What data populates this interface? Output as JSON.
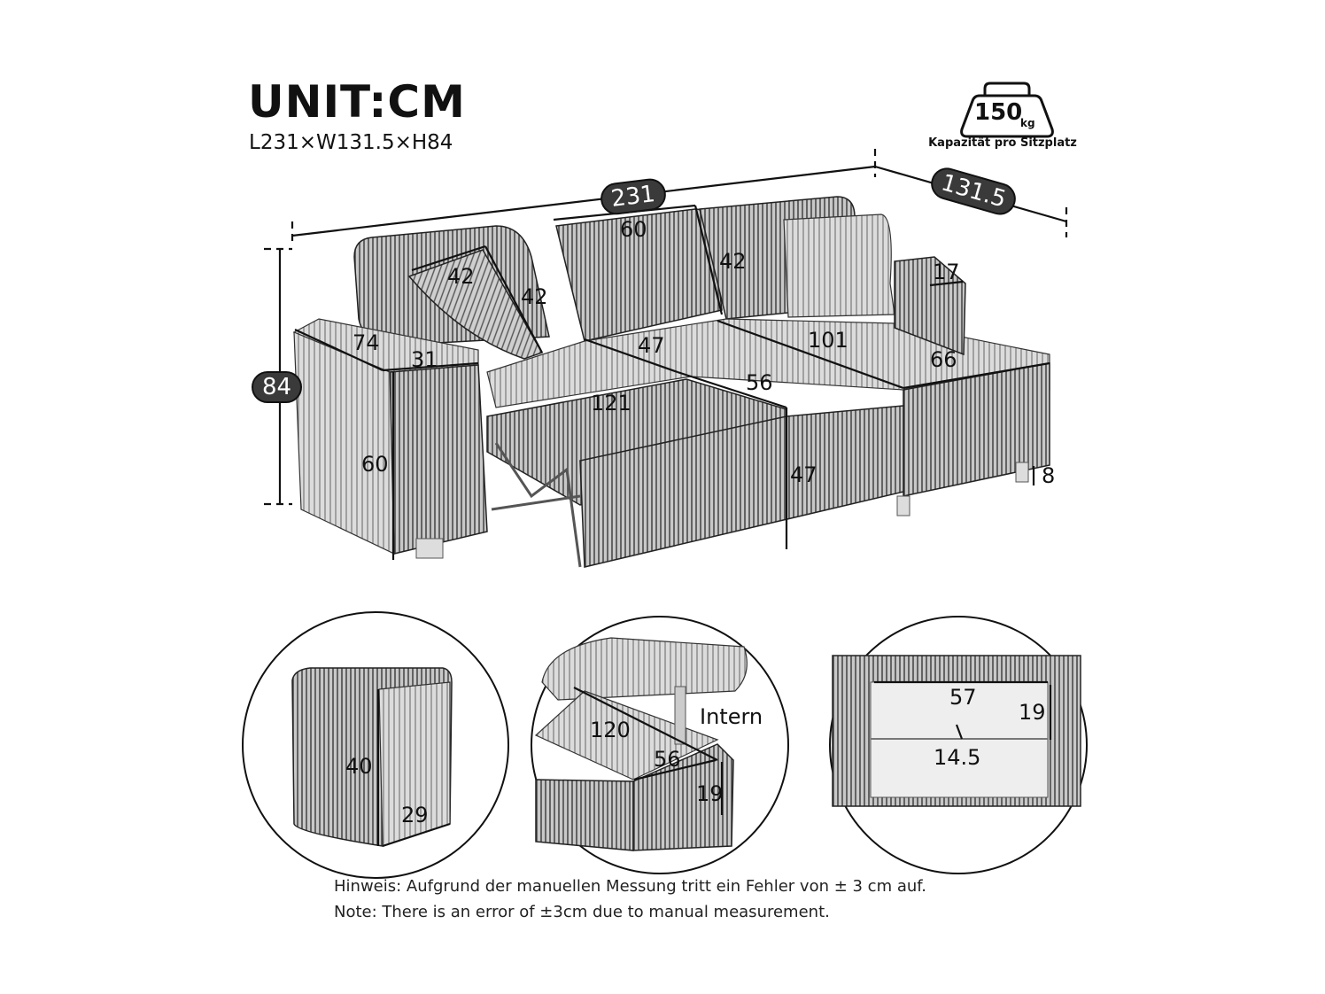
{
  "header": {
    "title": "UNIT:CM",
    "overall_dimensions": "L231×W131.5×H84"
  },
  "capacity_badge": {
    "icon": "weight-icon",
    "value": "150",
    "unit": "kg",
    "caption": "Kapazität pro Sitzplatz"
  },
  "main_diagram": {
    "total_length": "231",
    "total_width": "131.5",
    "total_height": "84",
    "labels": {
      "left_pillow_width": "42",
      "left_pillow_height": "42",
      "back_cushion_width": "60",
      "back_cushion_height": "42",
      "armrest_length": "74",
      "armrest_width": "31",
      "armrest_height": "60",
      "seat_depth": "47",
      "chaise_length": "101",
      "chaise_width": "66",
      "right_armrest_width": "17",
      "bed_length": "121",
      "bed_depth": "56",
      "seat_height": "47",
      "leg_height": "8"
    }
  },
  "detail_views": [
    {
      "name": "ottoman",
      "labels": {
        "height": "40",
        "width": "29"
      }
    },
    {
      "name": "internal-storage",
      "caption": "Intern",
      "labels": {
        "length": "120",
        "width": "56",
        "height": "19"
      }
    },
    {
      "name": "drawer",
      "labels": {
        "width": "57",
        "height": "19",
        "inner_height": "14.5"
      }
    }
  ],
  "notes": {
    "german": "Hinweis: Aufgrund der manuellen Messung tritt ein Fehler von ± 3 cm auf.",
    "english": "Note: There is an error of ±3cm due to manual measurement."
  }
}
